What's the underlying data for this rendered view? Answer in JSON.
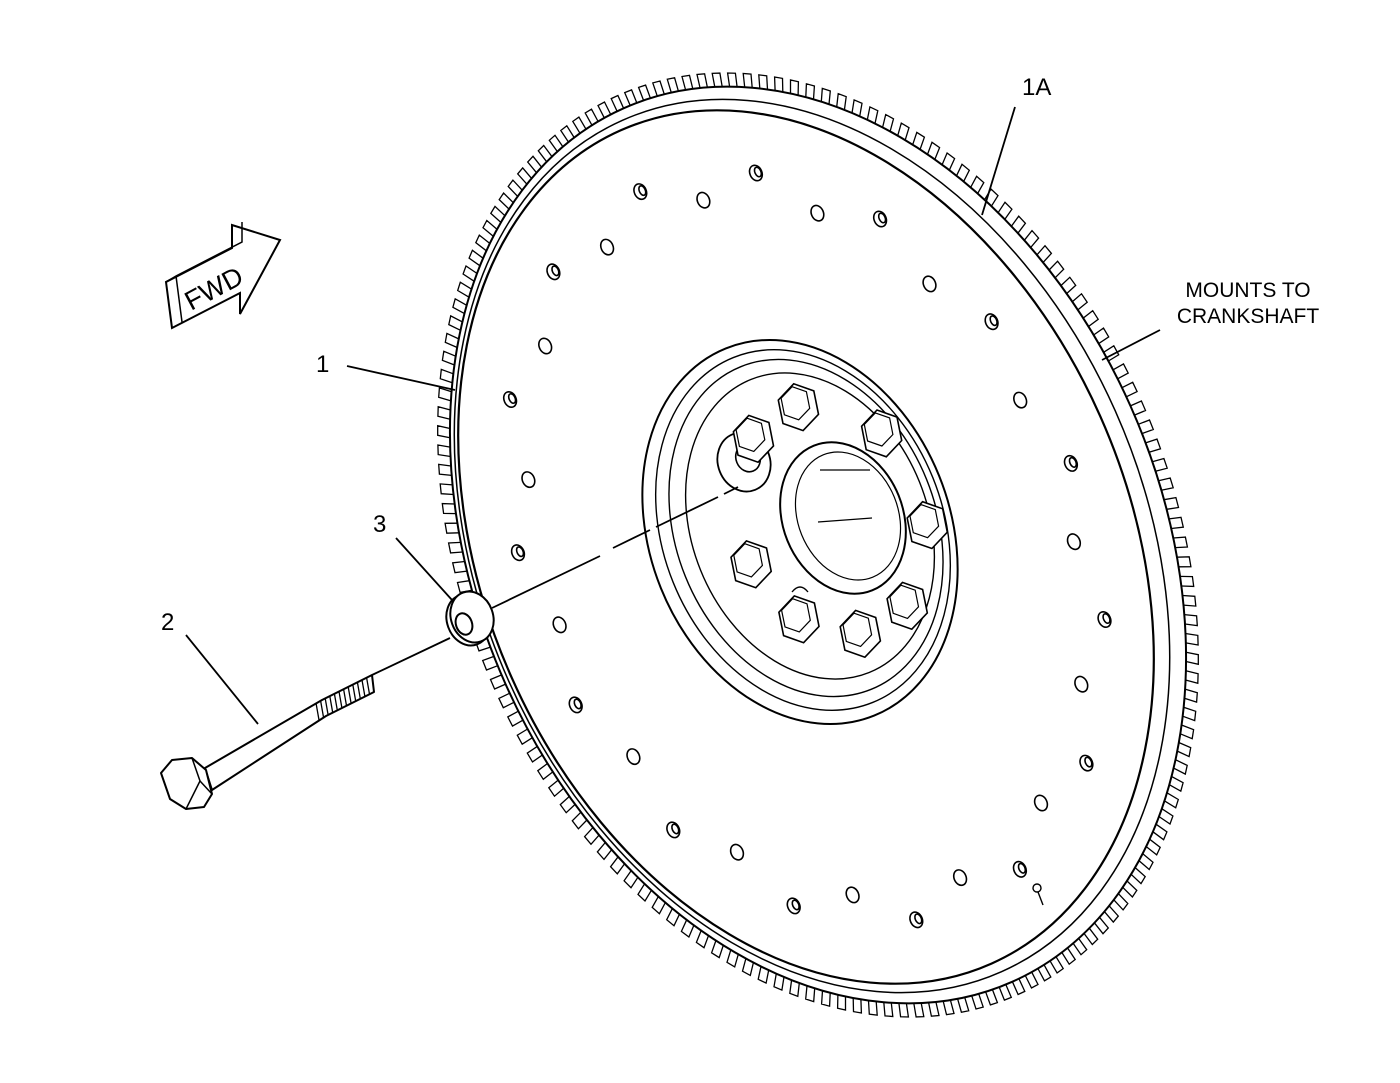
{
  "callouts": {
    "flywheel": "1",
    "ring_gear": "1A",
    "bolt": "2",
    "washer": "3"
  },
  "note": {
    "line1": "MOUNTS TO",
    "line2": "CRANKSHAFT"
  },
  "direction_arrow": {
    "label": "FWD"
  },
  "colors": {
    "line": "#000000",
    "background": "#ffffff"
  }
}
